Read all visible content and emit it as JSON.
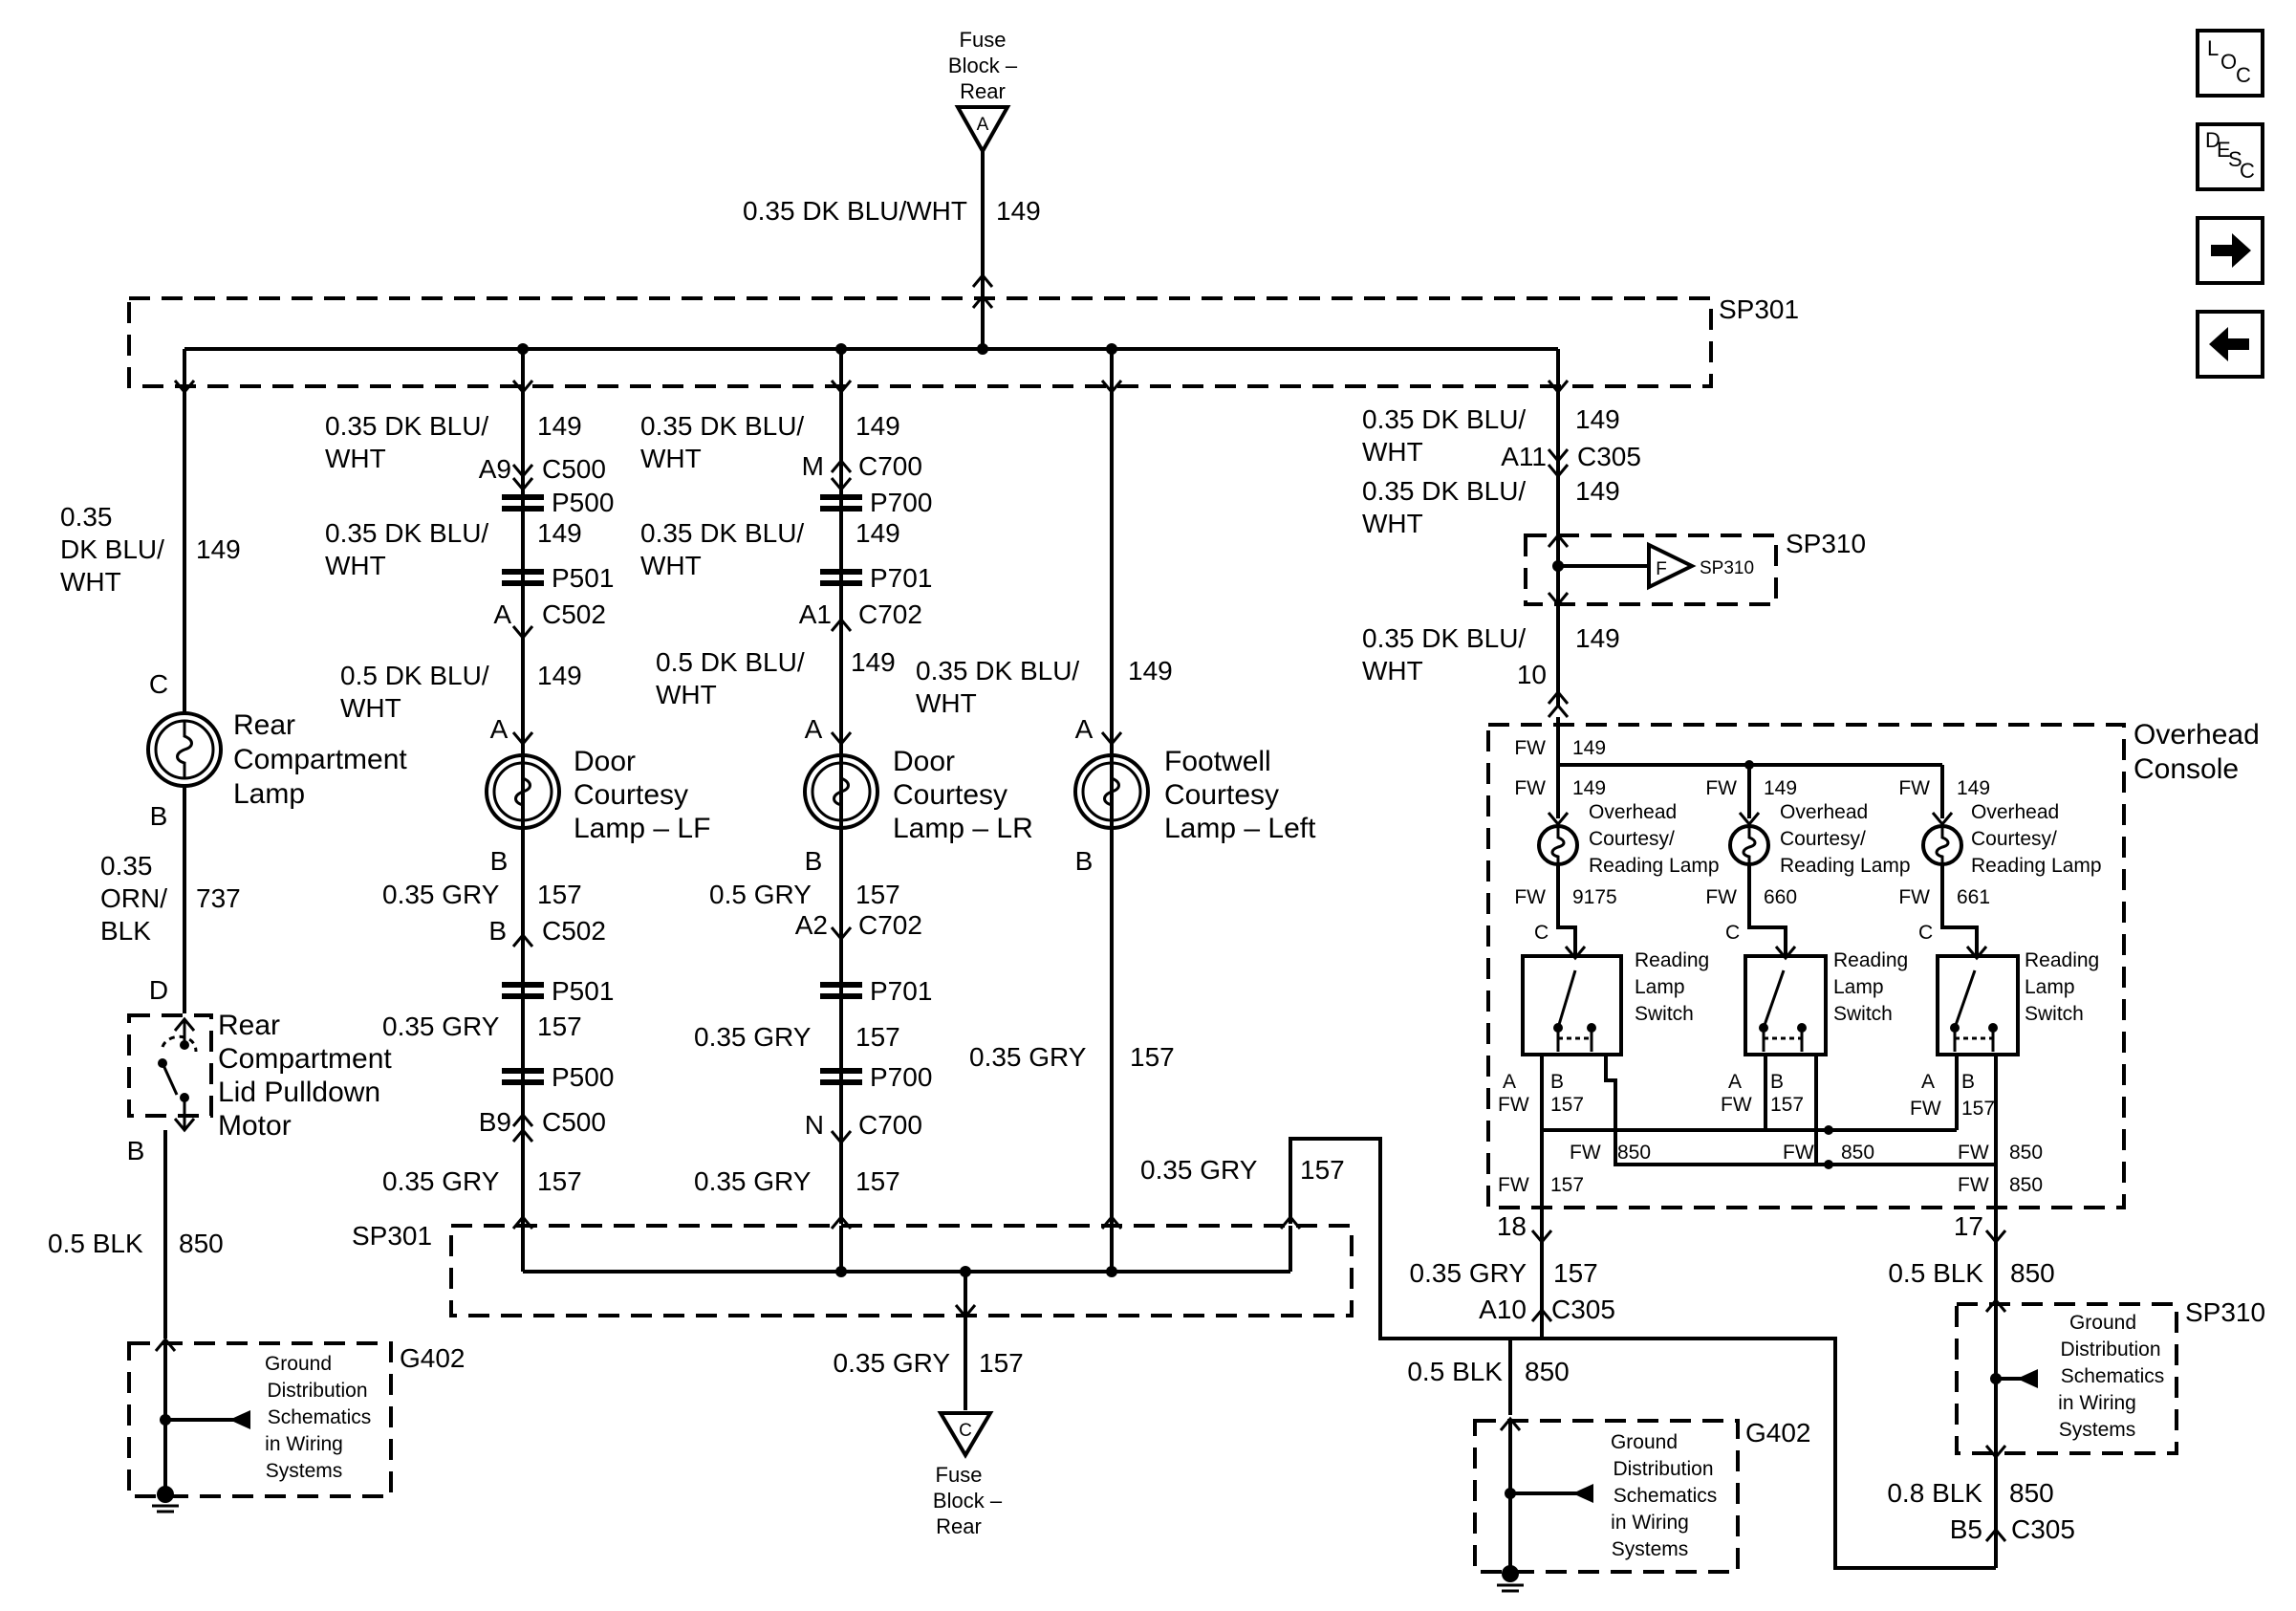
{
  "sources": {
    "top": {
      "lines": [
        "Fuse",
        "Block –",
        "Rear"
      ],
      "terminal": "A"
    },
    "bottom": {
      "lines": [
        "Fuse",
        "Block –",
        "Rear"
      ],
      "terminal": "C"
    }
  },
  "splices": {
    "sp301_top": "SP301",
    "sp301_bottom": "SP301",
    "sp310": "SP310",
    "sp310_inner": "SP310",
    "sp310_inner_terminal": "F",
    "sp310_ground": "SP310"
  },
  "grounds": {
    "left": {
      "name": "G402",
      "lines": [
        "Ground",
        "Distribution",
        "Schematics",
        "in Wiring",
        "Systems"
      ]
    },
    "center": {
      "name": "G402",
      "lines": [
        "Ground",
        "Distribution",
        "Schematics",
        "in Wiring",
        "Systems"
      ]
    },
    "right": {
      "lines": [
        "Ground",
        "Distribution",
        "Schematics",
        "in Wiring",
        "Systems"
      ]
    }
  },
  "nav": {
    "loc": [
      "L",
      "O",
      "C"
    ],
    "desc": [
      "D",
      "E",
      "S",
      "C"
    ]
  },
  "wires": {
    "feed": {
      "gauge": "0.35 DK BLU/WHT",
      "circuit": "149"
    },
    "rear_comp_feed": {
      "lines": [
        "0.35",
        "DK BLU/",
        "WHT"
      ],
      "circuit": "149"
    },
    "rear_comp_out": {
      "lines": [
        "0.35",
        "ORN/",
        "BLK"
      ],
      "circuit": "737"
    },
    "rear_comp_gnd": {
      "gauge": "0.5 BLK",
      "circuit": "850"
    },
    "lf_1": {
      "lines": [
        "0.35 DK BLU/",
        "WHT"
      ],
      "circuit": "149"
    },
    "lf_2": {
      "lines": [
        "0.35 DK BLU/",
        "WHT"
      ],
      "circuit": "149"
    },
    "lf_3": {
      "lines": [
        "0.5 DK BLU/",
        "WHT"
      ],
      "circuit": "149"
    },
    "lf_4": {
      "gauge": "0.35 GRY",
      "circuit": "157"
    },
    "lf_5": {
      "gauge": "0.35 GRY",
      "circuit": "157"
    },
    "lf_6": {
      "gauge": "0.35 GRY",
      "circuit": "157"
    },
    "lr_1": {
      "lines": [
        "0.35 DK BLU/",
        "WHT"
      ],
      "circuit": "149"
    },
    "lr_2": {
      "lines": [
        "0.35 DK BLU/",
        "WHT"
      ],
      "circuit": "149"
    },
    "lr_3": {
      "lines": [
        "0.5 DK BLU/",
        "WHT"
      ],
      "circuit": "149"
    },
    "lr_4": {
      "gauge": "0.5 GRY",
      "circuit": "157"
    },
    "lr_5": {
      "gauge": "0.35 GRY",
      "circuit": "157"
    },
    "lr_6": {
      "gauge": "0.35 GRY",
      "circuit": "157"
    },
    "fw_1": {
      "lines": [
        "0.35 DK BLU/",
        "WHT"
      ],
      "circuit": "149"
    },
    "fw_2": {
      "gauge": "0.35 GRY",
      "circuit": "157"
    },
    "console_in": {
      "gauge": "0.35 GRY",
      "circuit": "157"
    },
    "bottom_feed": {
      "gauge": "0.35 GRY",
      "circuit": "157"
    },
    "oh_1": {
      "lines": [
        "0.35 DK BLU/",
        "WHT"
      ],
      "circuit": "149"
    },
    "oh_2": {
      "lines": [
        "0.35 DK BLU/",
        "WHT"
      ],
      "circuit": "149"
    },
    "oh_3": {
      "lines": [
        "0.35 DK BLU/",
        "WHT"
      ],
      "circuit": "149"
    },
    "oh_out_left": {
      "gauge": "0.35 GRY",
      "circuit": "157"
    },
    "oh_out_right": {
      "gauge": "0.5 BLK",
      "circuit": "850"
    },
    "gnd_center": {
      "gauge": "0.5 BLK",
      "circuit": "850"
    },
    "gnd_right": {
      "gauge": "0.8 BLK",
      "circuit": "850"
    }
  },
  "connectors": {
    "a9": "A9",
    "c500_a": "C500",
    "p500_a": "P500",
    "p501_a": "P501",
    "a_c502": "A",
    "c502_a": "C502",
    "b_c502": "B",
    "c502_b": "C502",
    "p501_b": "P501",
    "p500_b": "P500",
    "b9": "B9",
    "c500_b": "C500",
    "m": "M",
    "c700_a": "C700",
    "p700_a": "P700",
    "p701_a": "P701",
    "a1": "A1",
    "c702_a": "C702",
    "a2": "A2",
    "c702_b": "C702",
    "p701_b": "P701",
    "p700_b": "P700",
    "n": "N",
    "c700_b": "C700",
    "a11": "A11",
    "c305_a": "C305",
    "pin10": "10",
    "pin18": "18",
    "pin17": "17",
    "a10": "A10",
    "c305_b": "C305",
    "b5": "B5",
    "c305_c": "C305"
  },
  "components": {
    "rear_comp_lamp": {
      "lines": [
        "Rear",
        "Compartment",
        "Lamp"
      ],
      "pin_top": "C",
      "pin_bottom": "B"
    },
    "pulldown_motor": {
      "lines": [
        "Rear",
        "Compartment",
        "Lid Pulldown",
        "Motor"
      ],
      "pin_top": "D",
      "pin_bottom": "B"
    },
    "door_lamp_lf": {
      "lines": [
        "Door",
        "Courtesy",
        "Lamp – LF"
      ],
      "pin_top": "A",
      "pin_bottom": "B"
    },
    "door_lamp_lr": {
      "lines": [
        "Door",
        "Courtesy",
        "Lamp – LR"
      ],
      "pin_top": "A",
      "pin_bottom": "B"
    },
    "footwell_lamp": {
      "lines": [
        "Footwell",
        "Courtesy",
        "Lamp – Left"
      ],
      "pin_top": "A",
      "pin_bottom": "B"
    }
  },
  "overhead_console": {
    "title": [
      "Overhead",
      "Console"
    ],
    "fw": "FW",
    "feed_circuit": "149",
    "lamp_lines": [
      "Overhead",
      "Courtesy/",
      "Reading Lamp"
    ],
    "switch_lines": [
      "Reading",
      "Lamp",
      "Switch"
    ],
    "units": [
      {
        "in": "149",
        "out": "9175",
        "pin_c": "C",
        "pin_a": "A",
        "pin_b": "B",
        "out_circuit": "157"
      },
      {
        "in": "149",
        "out": "660",
        "pin_c": "C",
        "pin_a": "A",
        "pin_b": "B",
        "out_circuit": "157"
      },
      {
        "in": "149",
        "out": "661",
        "pin_c": "C",
        "pin_a": "A",
        "pin_b": "B",
        "out_circuit": "157"
      }
    ],
    "ground_bus": [
      "850",
      "850",
      "850"
    ],
    "out_left": "157",
    "out_right": "850"
  }
}
